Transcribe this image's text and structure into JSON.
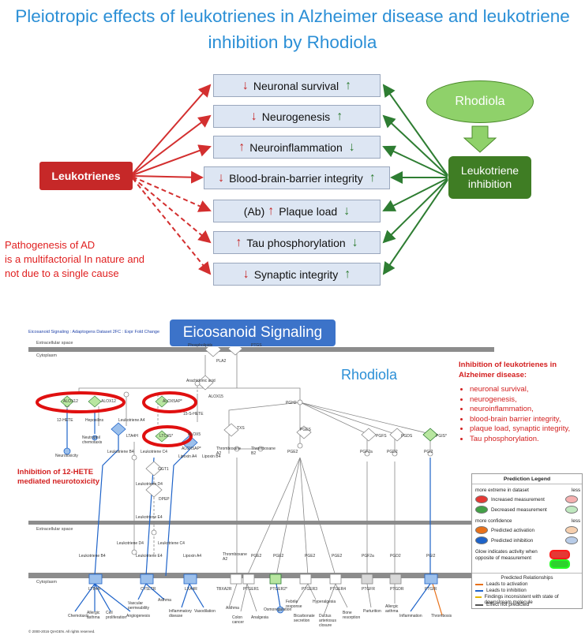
{
  "title": "Pleiotropic effects of leukotrienes in Alzheimer disease and leukotriene inhibition by Rhodiola",
  "upper": {
    "leukotrienes": "Leukotrienes",
    "rhodiola": "Rhodiola",
    "inhibition": "Leukotriene inhibition",
    "pathogenesis": [
      "Pathogenesis of AD",
      "is a multifactorial In nature and",
      "not due to a single cause"
    ],
    "effects": [
      {
        "prefix": "",
        "label": "Neuronal survival",
        "left_arrow": "↓",
        "right_arrow": "↑"
      },
      {
        "prefix": "",
        "label": "Neurogenesis",
        "left_arrow": "↓",
        "right_arrow": "↑"
      },
      {
        "prefix": "",
        "label": "Neuroinflammation",
        "left_arrow": "↑",
        "right_arrow": "↓"
      },
      {
        "prefix": "",
        "label": "Blood-brain-barrier integrity",
        "left_arrow": "↓",
        "right_arrow": "↑"
      },
      {
        "prefix": "(Ab)",
        "label": "Plaque load",
        "left_arrow": "↑",
        "right_arrow": "↓"
      },
      {
        "prefix": "",
        "label": "Tau phosphorylation",
        "left_arrow": "↑",
        "right_arrow": "↓"
      },
      {
        "prefix": "",
        "label": "Synaptic integrity",
        "left_arrow": "↓",
        "right_arrow": "↑"
      }
    ]
  },
  "lower": {
    "banner": "Eicosanoid Signaling",
    "header_small": "Eicosanoid Signaling : Adaptogens Dataset 2FC : Expr Fold Change",
    "rhodiola": "Rhodiola",
    "extracellular": "Extracellular space",
    "cytoplasm": "Cytoplasm",
    "extracellular2": "Extracellular space",
    "cytoplasm2": "Cytoplasm",
    "copyright": "© 2000-2016 QIAGEN. All rights reserved.",
    "inhibition_header": "Inhibition of leukotrienes in Alzheimer disease:",
    "inhibition_items": [
      "neuronal survival,",
      "neurogenesis,",
      "neuroinflammation,",
      "blood-brain barrier integrity,",
      "plaque load, synaptic integrity,",
      "Tau phosphorylation."
    ],
    "hete_note": [
      "Inhibition of 12-HETE",
      "mediated neurotoxicity"
    ],
    "nodes": {
      "phospholipids": "Phospholipids",
      "pla2": "PLA2",
      "ptgs": "PTGS",
      "arachidonic": "Arachidonic acid",
      "alox15": "ALOX15",
      "alox12a": "ALOX12",
      "alox12b": "ALOX12",
      "alox5ap": "ALOX5AP*",
      "hete12": "12-HETE",
      "hepoxilins": "Hepoxilins",
      "neutrophil": "Neutrophil chemotaxis",
      "neurotoxicity": "Neurotoxicity",
      "leukA4": "Leukotriene A4",
      "hete15": "15-S-HETE",
      "lta4h": "LTA4H",
      "ltc4s": "LTC4S*",
      "alox5": "ALOX5",
      "alox5ap2": "ALOX5AP*",
      "leukB4": "Leukotriene B4",
      "leukC4": "Leukotriene C4",
      "lipoxA4": "Lipoxin A4",
      "lipoxB4": "Lipoxin B4",
      "ggt1": "GGT1",
      "leukD4": "Leukotriene D4",
      "dpep": "DPEP",
      "leukE4": "Leukotriene E4",
      "pgh2": "PGH2",
      "txs": "TXS",
      "pges": "PGES",
      "pgfs": "PGFS",
      "pgds": "PGDS",
      "pgis": "PGIS*",
      "txa2": "Thromboxane A2",
      "txb2": "Thromboxane B2",
      "pge2": "PGE2",
      "pgf2a": "PGF2a",
      "pgd2": "PGD2",
      "pgi2": "PGI2",
      "leukD4b": "Leukotriene D4",
      "leukC4b": "Leukotriene C4",
      "leukB4b": "Leukotriene B4",
      "leukE4b": "Leukotriene E4",
      "lipoxA4b": "Lipoxin A4",
      "txa2b": "Thromboxane A2",
      "pge2a": "PGE2",
      "pge2b": "PGE2",
      "pge2c": "PGE2",
      "pge2d": "PGE2",
      "pgf2ab": "PGF2a",
      "pgd2b": "PGD2",
      "pgi2b": "PGI2",
      "lta4r": "LTB4R",
      "cysltr": "CYSLTR",
      "lxa4r": "LXA4R",
      "tbxa2r": "TBXA2R",
      "ptger1": "PTGER1",
      "ptger2": "PTGER2*",
      "ptger3": "PTGER3",
      "ptger4": "PTGER4",
      "ptgfr": "PTGFR",
      "ptgdr": "PTGDR",
      "ptgir": "PTGIR",
      "chemotaxis": "Chemotaxis",
      "allergic": "Allergic asthma",
      "cellprolif": "Cell proliferation",
      "angiogenesis": "Angiogenesis",
      "vascular": "Vascular permeability",
      "asthma": "Asthma",
      "inflammatory": "Inflammatory disease",
      "vasodilation": "Vasodilation",
      "asthma2": "Asthma",
      "colon": "Colon cancer",
      "analgesia": "Analgesia",
      "osmo": "Osmoregulation",
      "febrile": "Febrile response",
      "hyperalgesia": "Hyperalgesia",
      "bicarb": "Bicarbonate secretion",
      "ductus": "Ductus arteriosus closure",
      "bone": "Bone resorption",
      "parturition": "Parturition",
      "allergic2": "Allergic asthma",
      "inflammation": "Inflammation",
      "thrombosis": "Thrombosis"
    },
    "legend": {
      "title": "Prediction Legend",
      "more_extreme": "more extreme in dataset",
      "less": "less",
      "increased": "Increased measurement",
      "decreased": "Decreased measurement",
      "more_conf": "more confidence",
      "less2": "less",
      "pred_act": "Predicted activation",
      "pred_inh": "Predicted inhibition",
      "glow": "Glow indicates activity when opposite of measurement",
      "relations": "Predicted Relationships",
      "leads_act": "Leads to activation",
      "leads_inh": "Leads to inhibition",
      "findings": "Findings inconsistent with state of downstream molecule",
      "effect_np": "Effect not predicted",
      "colors": {
        "increased": "#e53935",
        "decreased": "#43a047",
        "pred_act": "#e8711a",
        "pred_inh": "#1e63c9",
        "leads_act": "#e8711a",
        "leads_inh": "#1e63c9",
        "findings": "#e3b400",
        "effect_np": "#555555"
      }
    }
  }
}
